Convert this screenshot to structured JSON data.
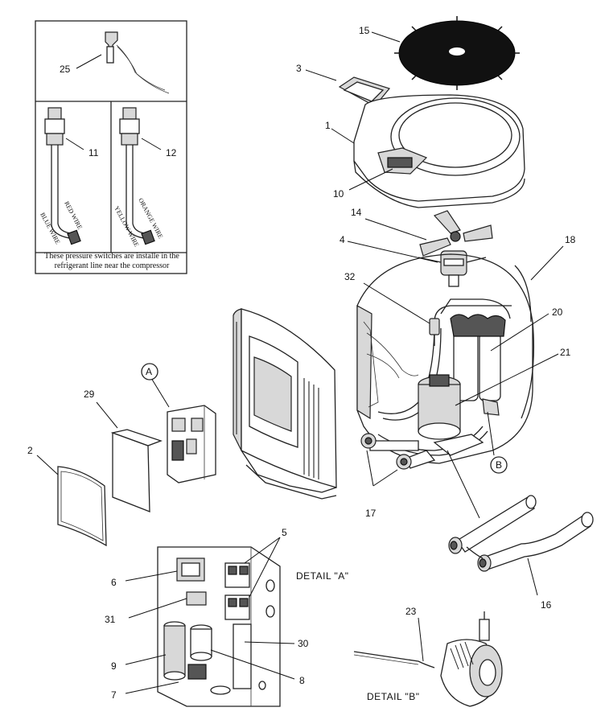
{
  "callouts": {
    "c1": "1",
    "c2": "2",
    "c3": "3",
    "c4": "4",
    "c5": "5",
    "c6": "6",
    "c7": "7",
    "c8": "8",
    "c9": "9",
    "c10": "10",
    "c11": "11",
    "c12": "12",
    "c14": "14",
    "c15": "15",
    "c16": "16",
    "c17": "17",
    "c18": "18",
    "c20": "20",
    "c21": "21",
    "c23": "23",
    "c25": "25",
    "c29": "29",
    "c30": "30",
    "c31": "31",
    "c32": "32",
    "cA": "A",
    "cB": "B"
  },
  "detail_labels": {
    "a": "DETAIL \"A\"",
    "b": "DETAIL \"B\""
  },
  "wire_labels": {
    "blue": "BLUE WIRE",
    "red": "RED WIRE",
    "yellow": "YELLOW WIRE",
    "orange": "ORANGE WIRE"
  },
  "note": "These pressure switches are installe in the refrigerant line near the compressor"
}
